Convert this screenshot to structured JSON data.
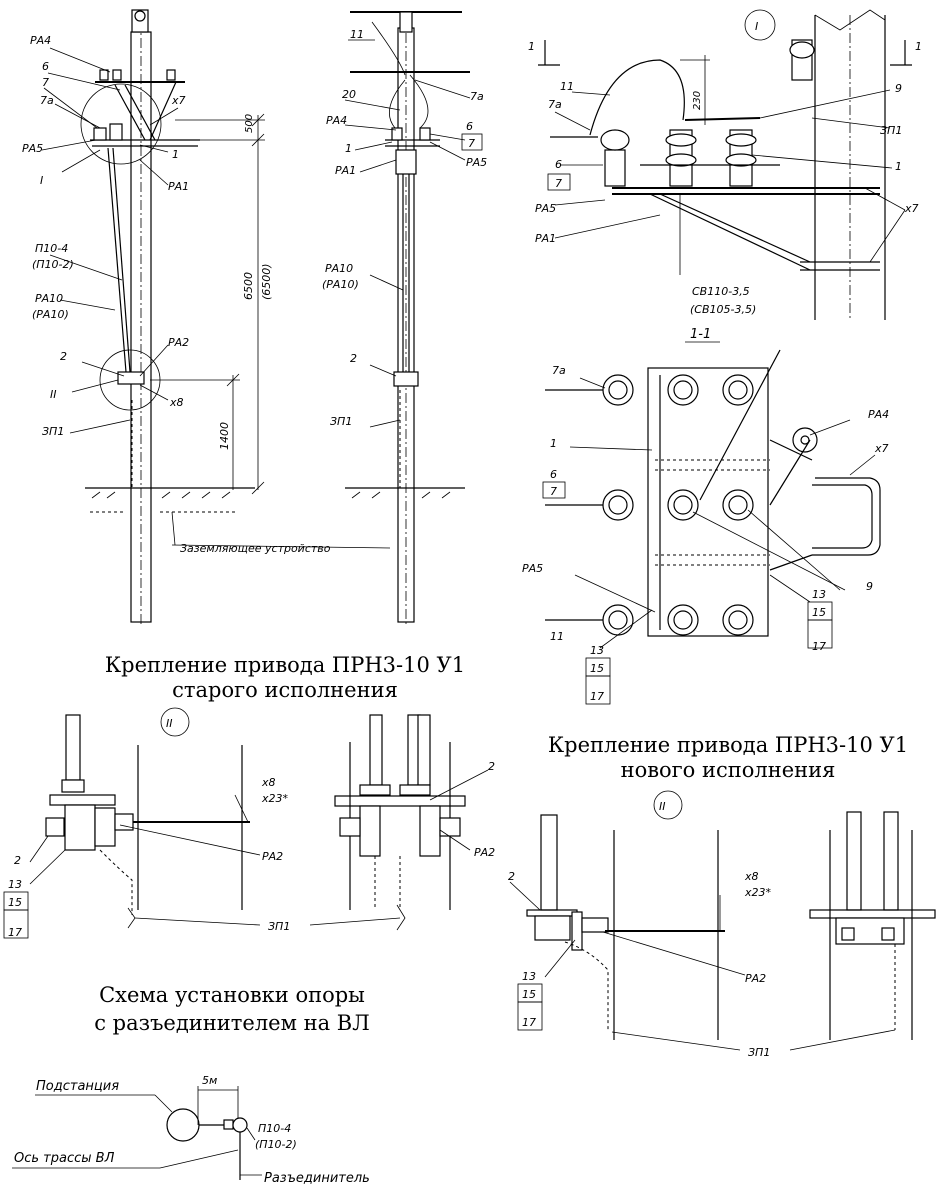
{
  "captions": {
    "old_mount_line1": "Крепление привода ПРН3-10 У1",
    "old_mount_line2": "старого исполнения",
    "new_mount_line1": "Крепление привода ПРН3-10 У1",
    "new_mount_line2": "нового исполнения",
    "scheme_line1": "Схема установки опоры",
    "scheme_line2": "с разъединителем на ВЛ"
  },
  "elevation_view": {
    "labels": {
      "ra4": "РА4",
      "n6": "6",
      "n7": "7",
      "n7a": "7а",
      "ra5": "РА5",
      "view_I": "I",
      "x7": "х7",
      "n1": "1",
      "ra1": "РА1",
      "p10_4": "П10-4",
      "p10_2": "(П10-2)",
      "ra10": "РА10",
      "ra10b": "(РА10)",
      "n2": "2",
      "ra2": "РА2",
      "view_II": "II",
      "x8": "х8",
      "zp1": "ЗП1",
      "grounding": "Заземляющее устройство"
    },
    "dims": {
      "d500": "500",
      "d6500": "6500",
      "d6500b": "(6500)",
      "d1400": "1400"
    }
  },
  "side_view": {
    "labels": {
      "n11": "11",
      "n20": "20",
      "ra4": "РА4",
      "n7a": "7а",
      "n1": "1",
      "n6": "6",
      "n7": "7",
      "ra5": "РА5",
      "ra1": "РА1",
      "ra10": "РА10",
      "ra10b": "(РА10)",
      "n2": "2",
      "zp1": "ЗП1"
    }
  },
  "detail_I": {
    "title": "I",
    "labels": {
      "n1_arrow": "1",
      "n11": "11",
      "n7a": "7а",
      "n230": "230",
      "n1_arrow_r": "1",
      "n9": "9",
      "zp1": "ЗП1",
      "n1": "1",
      "n6": "6",
      "n7": "7",
      "ra5": "РА5",
      "ra1": "РА1",
      "x7": "х7",
      "sv110": "СВ110-3,5",
      "sv105": "(СВ105-3,5)"
    }
  },
  "section_1_1": {
    "title": "1-1",
    "labels": {
      "n7a": "7а",
      "n1": "1",
      "n6": "6",
      "n7": "7",
      "ra5": "РА5",
      "n11": "11",
      "ra4": "РА4",
      "x7": "х7",
      "n9": "9",
      "n13": "13",
      "n15": "15",
      "n17": "17",
      "n13b": "13",
      "n15b": "15",
      "n17b": "17"
    }
  },
  "detail_II_old": {
    "title": "II",
    "labels": {
      "x8": "х8",
      "x23": "х23*",
      "n2": "2",
      "ra2": "РА2",
      "n13": "13",
      "n15": "15",
      "n17": "17",
      "n2b": "2",
      "ra2b": "РА2",
      "zp1": "ЗП1"
    }
  },
  "detail_II_new": {
    "title": "II",
    "labels": {
      "n2": "2",
      "x8": "х8",
      "x23": "х23*",
      "ra2": "РА2",
      "n13": "13",
      "n15": "15",
      "n17": "17",
      "zp1": "ЗП1"
    }
  },
  "scheme": {
    "labels": {
      "substation": "Подстанция",
      "d5m": "5м",
      "p10_4": "П10-4",
      "p10_2": "(П10-2)",
      "route_axis": "Ось трассы ВЛ",
      "disconnector": "Разъединитель"
    }
  }
}
